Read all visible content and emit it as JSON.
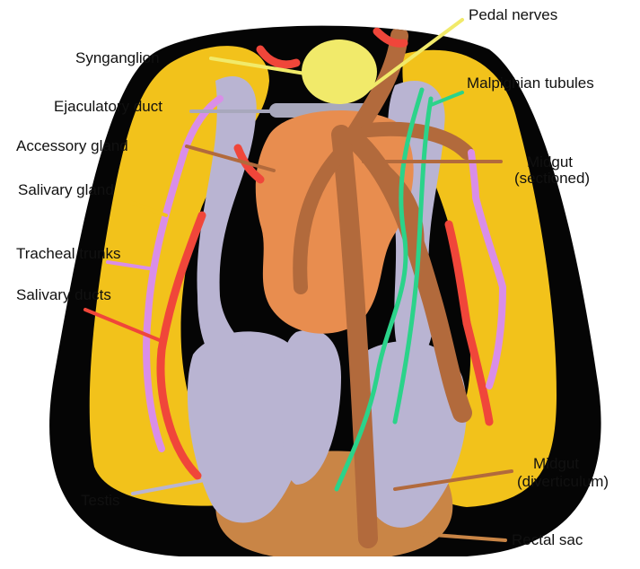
{
  "diagram": {
    "labels": {
      "pedal_nerves": "Pedal nerves",
      "synganglion": "Synganglion",
      "malpighian_tubules": "Malpighian tubules",
      "ejaculatory_duct": "Ejaculatory duct",
      "accessory_gland": "Accessory gland",
      "midgut_sectioned_1": "Midgut",
      "midgut_sectioned_2": "(sectioned)",
      "salivary_gland": "Salivary gland",
      "tracheal_trunks": "Tracheal trunks",
      "salivary_ducts": "Salivary ducts",
      "testis": "Testis",
      "midgut_diverticulum_1": "Midgut",
      "midgut_diverticulum_2": "(diverticulum)",
      "rectal_sac": "Rectal sac"
    },
    "colors": {
      "body_outline": "#050505",
      "salivary_gland": "#f2c21b",
      "salivary_ducts": "#f0463a",
      "tracheal_trunks": "#d98ee8",
      "testis": "#b9b4d2",
      "accessory_gland": "#e88d4f",
      "midgut": "#b26a3c",
      "malpighian_tubules": "#2bd38a",
      "synganglion": "#f1ea6a",
      "rectal_sac": "#c98546",
      "ejaculatory_duct": "#a8a8bc"
    }
  }
}
